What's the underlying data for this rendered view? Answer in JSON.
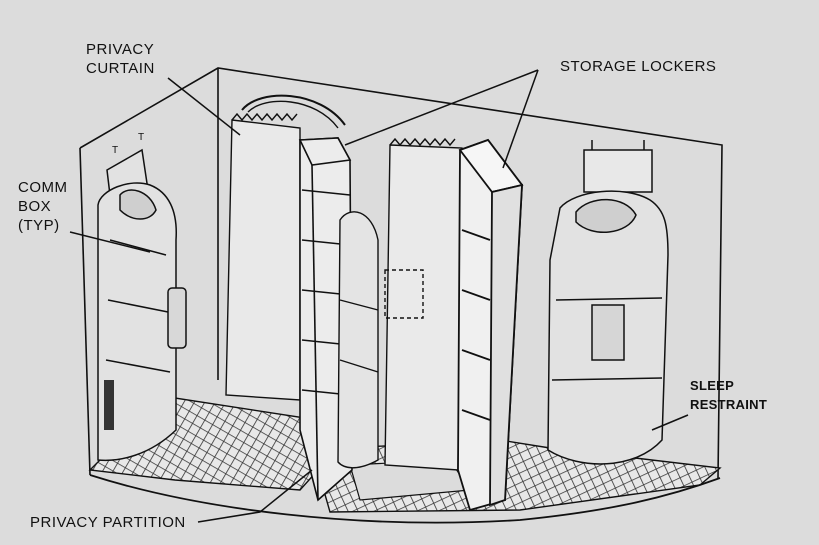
{
  "labels": {
    "privacy_curtain": [
      "PRIVACY",
      "CURTAIN"
    ],
    "storage_lockers": "STORAGE LOCKERS",
    "comm_box": [
      "COMM",
      "BOX",
      "(TYP)"
    ],
    "sleep_restraint": [
      "SLEEP",
      "RESTRAINT"
    ],
    "privacy_partition": "PRIVACY PARTITION"
  },
  "colors": {
    "background": "#dcdcdc",
    "ink": "#111111",
    "floor_grid": "#333333"
  }
}
